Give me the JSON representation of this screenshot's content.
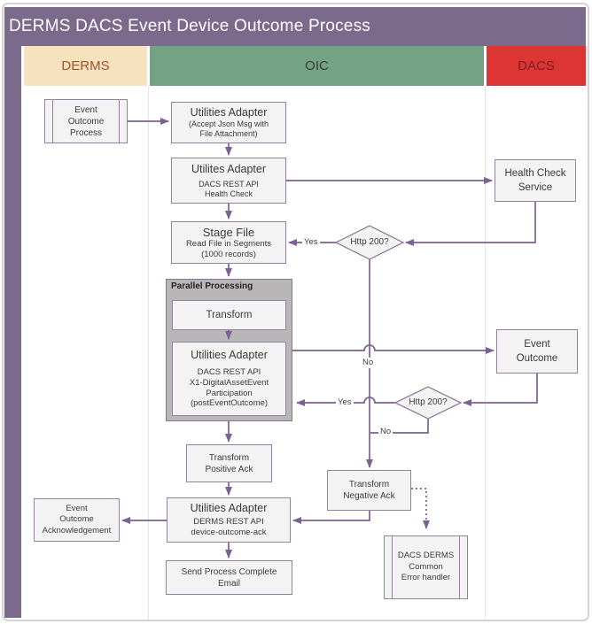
{
  "pool": {
    "title": "DERMS DACS Event Device Outcome Process"
  },
  "lanes": [
    {
      "id": "derms",
      "label": "DERMS"
    },
    {
      "id": "oic",
      "label": "OIC"
    },
    {
      "id": "dacs",
      "label": "DACS"
    }
  ],
  "colors": {
    "pool_purple": "#7b6a8b",
    "derms_header_bg": "#f7e2c0",
    "derms_header_text": "#a3512a",
    "oic_header_bg": "#74a383",
    "oic_header_text": "#3b3b38",
    "dacs_header_bg": "#dd3434",
    "dacs_header_text": "#7e2020",
    "node_fill": "#f4f3f3",
    "node_border": "#95819f",
    "connector": "#7c6192",
    "parallel_fill": "#b9b6b8"
  },
  "nodes": {
    "event_outcome_process": {
      "lines": [
        "Event",
        "Outcome",
        "Process"
      ]
    },
    "utilities_adapter_accept": {
      "title": "Utilities Adapter",
      "lines": [
        "(Accept Json Msg with",
        "File Attachment)"
      ]
    },
    "utilites_adapter_health": {
      "title": "Utilites Adapter",
      "lines": [
        "DACS REST API",
        "Health Check"
      ]
    },
    "stage_file": {
      "title": "Stage File",
      "lines": [
        "Read File in Segments",
        "(1000 records)"
      ]
    },
    "parallel_processing": {
      "label": "Parallel Processing"
    },
    "transform": {
      "title": "Transform"
    },
    "utilities_adapter_x1": {
      "title": "Utilities Adapter",
      "lines": [
        "DACS REST API",
        "X1-DigitalAssetEvent",
        "Participation",
        "(postEventOutcome)"
      ]
    },
    "transform_positive_ack": {
      "lines": [
        "Transform",
        "Positive Ack"
      ]
    },
    "utilities_adapter_ack": {
      "title": "Utilities Adapter",
      "lines": [
        "DERMS REST API",
        "device-outcome-ack"
      ]
    },
    "send_process_complete_email": {
      "lines": [
        "Send Process Complete",
        "Email"
      ]
    },
    "event_outcome_acknowledgement": {
      "lines": [
        "Event",
        "Outcome",
        "Acknowledgement"
      ]
    },
    "health_check_service": {
      "lines": [
        "Health Check",
        "Service"
      ]
    },
    "event_outcome": {
      "lines": [
        "Event",
        "Outcome"
      ]
    },
    "transform_negative_ack": {
      "lines": [
        "Transform",
        "Negative Ack"
      ]
    },
    "dacs_derms_common_error_handler": {
      "lines": [
        "DACS DERMS",
        "Common",
        "Error handler"
      ]
    }
  },
  "decisions": {
    "http200_health": {
      "label": "Http 200?"
    },
    "http200_post": {
      "label": "Http 200?"
    }
  },
  "flow_labels": {
    "yes_health": "Yes",
    "no_health": "No",
    "yes_post": "Yes",
    "no_post": "No"
  }
}
